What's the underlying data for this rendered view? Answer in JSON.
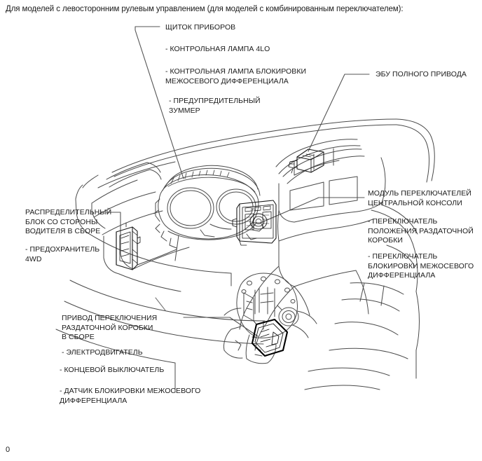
{
  "document": {
    "intro_text": "Для моделей с левосторонним рулевым управлением (для моделей с комбинированным переключателем):",
    "page_number": "0"
  },
  "callouts": {
    "instrument_cluster": {
      "title": "ЩИТОК ПРИБОРОВ",
      "items": [
        "- КОНТРОЛЬНАЯ ЛАМПА 4LO",
        "- КОНТРОЛЬНАЯ ЛАМПА БЛОКИРОВКИ\nМЕЖОСЕВОГО ДИФФЕРЕНЦИАЛА",
        "- ПРЕДУПРЕДИТЕЛЬНЫЙ\nЗУММЕР"
      ]
    },
    "awd_ecu": {
      "title": "ЭБУ ПОЛНОГО ПРИВОДА"
    },
    "console_switch_module": {
      "title": "МОДУЛЬ ПЕРЕКЛЮЧАТЕЛЕЙ\nЦЕНТРАЛЬНОЙ КОНСОЛИ",
      "items": [
        "- ПЕРЕКЛЮЧАТЕЛЬ\nПОЛОЖЕНИЯ РАЗДАТОЧНОЙ\nКОРОБКИ",
        "- ПЕРЕКЛЮЧАТЕЛЬ\nБЛОКИРОВКИ МЕЖОСЕВОГО\nДИФФЕРЕНЦИАЛА"
      ]
    },
    "driver_junction_block": {
      "title": "РАСПРЕДЕЛИТЕЛЬНЫЙ\nБЛОК СО СТОРОНЫ\nВОДИТЕЛЯ В СБОРЕ",
      "items": [
        "- ПРЕДОХРАНИТЕЛЬ\n4WD"
      ]
    },
    "transfer_actuator": {
      "title": "ПРИВОД ПЕРЕКЛЮЧЕНИЯ\nРАЗДАТОЧНОЙ КОРОБКИ\nВ СБОРЕ",
      "items": [
        " - ЭЛЕКТРОДВИГАТЕЛЬ",
        "- КОНЦЕВОЙ ВЫКЛЮЧАТЕЛЬ",
        "- ДАТЧИК БЛОКИРОВКИ МЕЖОСЕВОГО\nДИФФЕРЕНЦИАЛА"
      ]
    }
  },
  "colors": {
    "line": "#4a4a4a",
    "line_dark": "#1a1a1a",
    "text": "#1a1a1a",
    "background": "#ffffff"
  },
  "illustration": {
    "name": "vehicle-interior-dashboard-diagram",
    "description": "Line-art perspective view of left-hand-drive dashboard, center console switch module, driver side junction block, AWD ECU and transfer case shift actuator"
  }
}
